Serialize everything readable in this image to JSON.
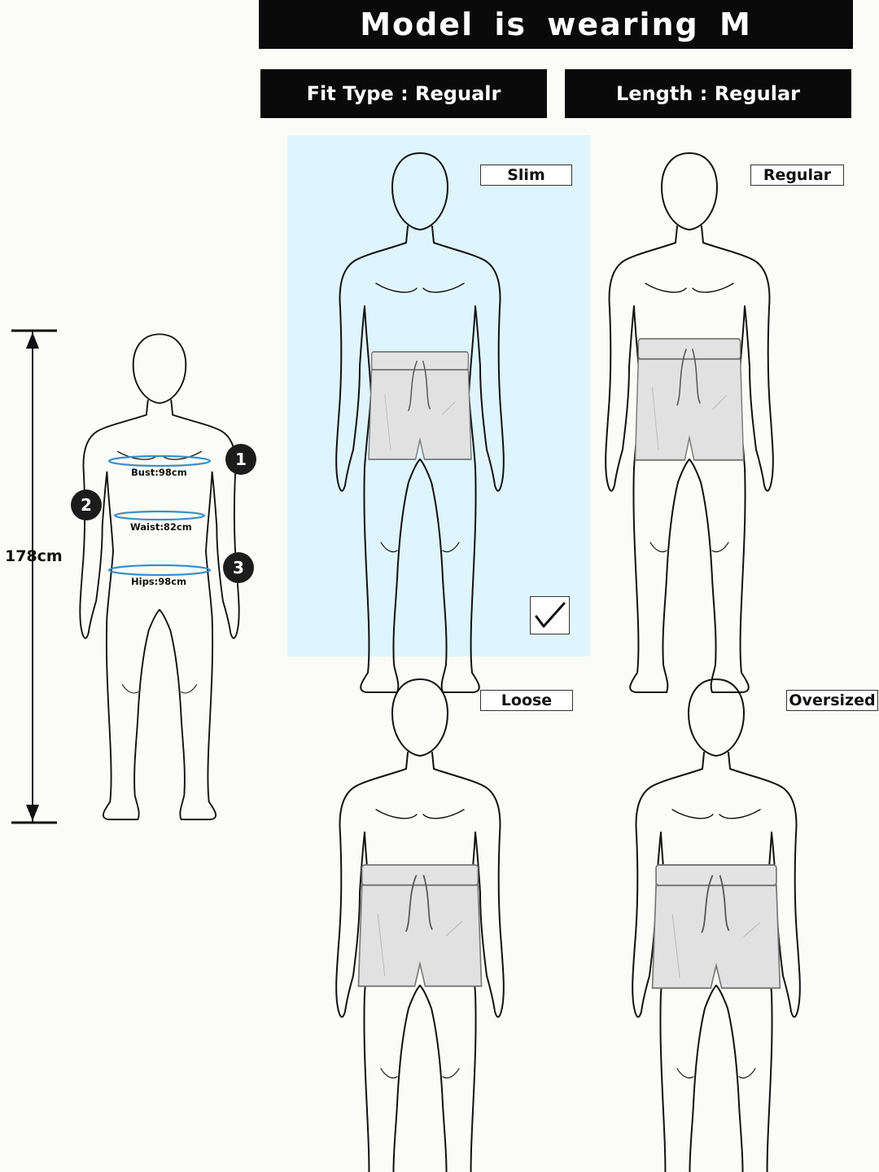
{
  "banner": {
    "title": "Model is wearing M"
  },
  "info": {
    "fit_type": "Fit Type : Regualr",
    "length": "Length : Regular"
  },
  "model": {
    "height": "178cm",
    "measurements": [
      {
        "marker": "1",
        "label": "Bust:98cm"
      },
      {
        "marker": "2",
        "label": "Waist:82cm"
      },
      {
        "marker": "3",
        "label": "Hips:98cm"
      }
    ]
  },
  "fits": [
    {
      "label": "Slim",
      "selected": true
    },
    {
      "label": "Regular",
      "selected": false
    },
    {
      "label": "Loose",
      "selected": false
    },
    {
      "label": "Oversized",
      "selected": false
    }
  ],
  "colors": {
    "highlight": "#dff5fd",
    "tape": "#3a8fc7",
    "shorts": "#e1e1e1"
  }
}
